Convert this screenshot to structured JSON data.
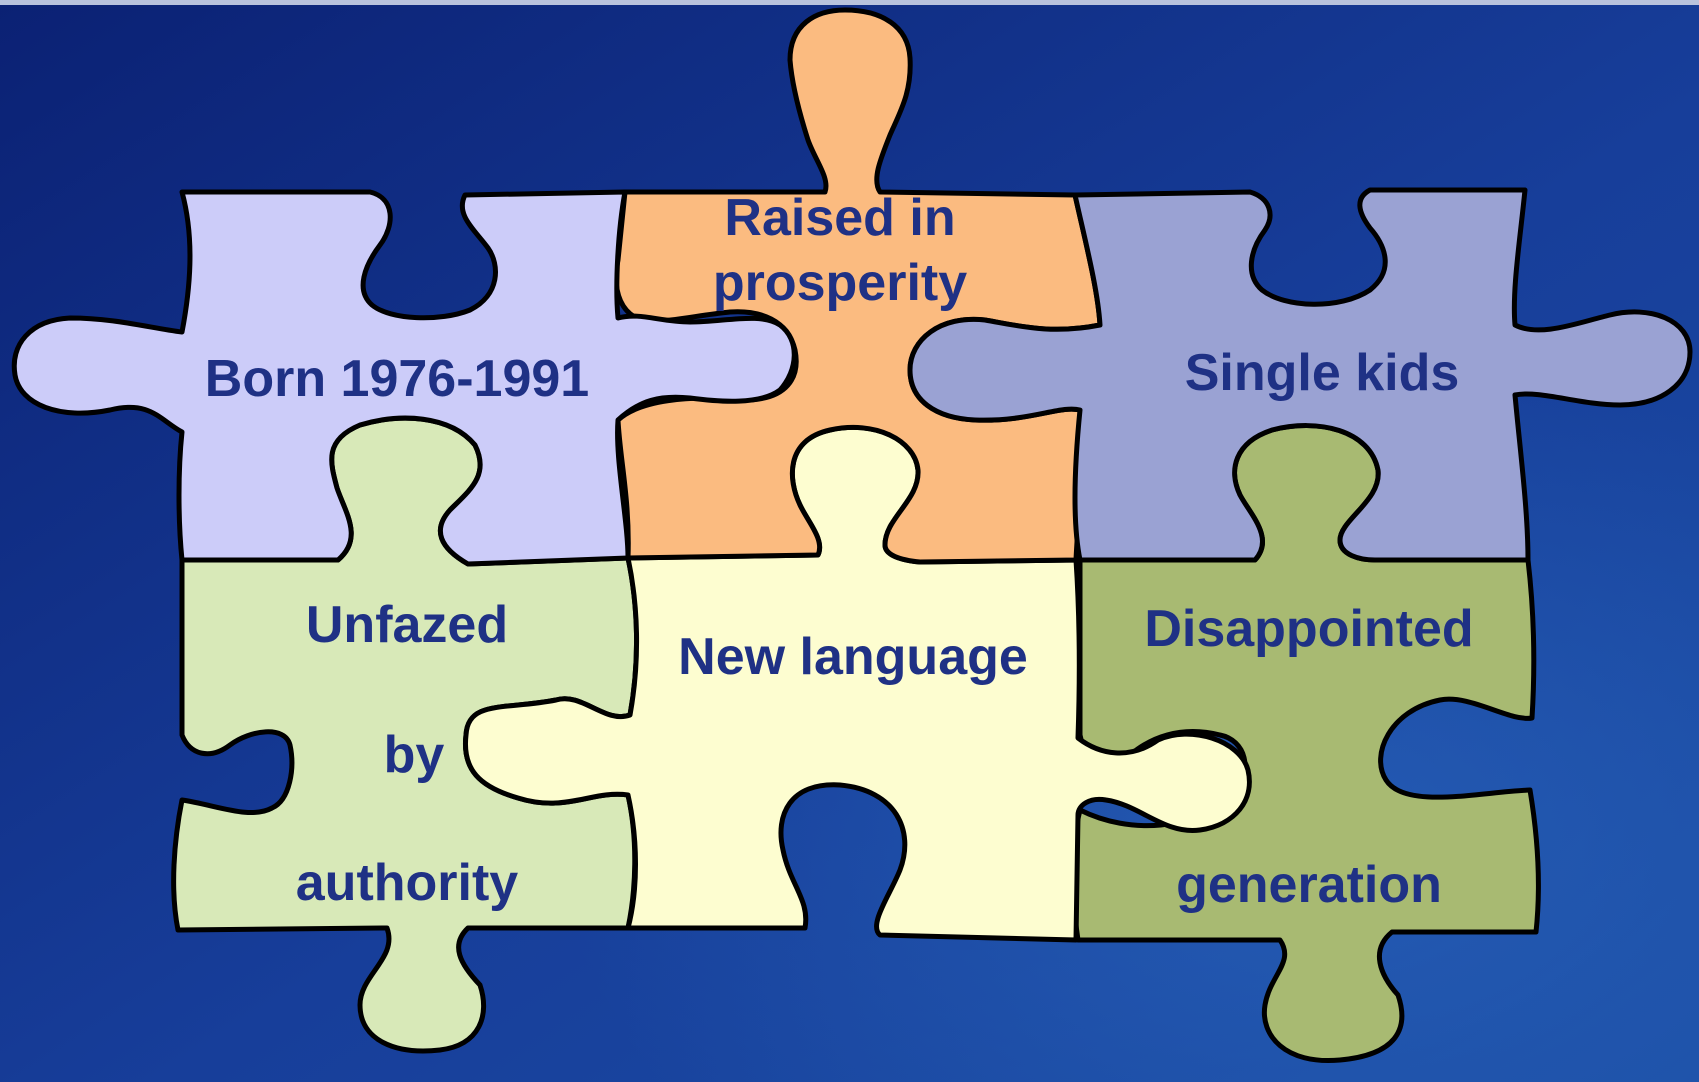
{
  "colors": {
    "background_dark": "#0a1f6e",
    "background_light": "#1f4fa8",
    "text": "#1f3185",
    "outline": "#000000"
  },
  "pieces": [
    {
      "id": "born",
      "color": "#ccccf9",
      "lines": [
        "Born 1976-1991"
      ]
    },
    {
      "id": "raised",
      "color": "#fbbb80",
      "lines": [
        "Raised in",
        "prosperity"
      ]
    },
    {
      "id": "single",
      "color": "#9aa2d3",
      "lines": [
        "Single kids"
      ]
    },
    {
      "id": "unfazed",
      "color": "#d8e9b8",
      "lines": [
        "Unfazed",
        "by",
        "authority"
      ]
    },
    {
      "id": "language",
      "color": "#fdfdd0",
      "lines": [
        "New language"
      ]
    },
    {
      "id": "disappointed",
      "color": "#a8ba72",
      "lines": [
        "Disappointed",
        "generation"
      ]
    }
  ]
}
